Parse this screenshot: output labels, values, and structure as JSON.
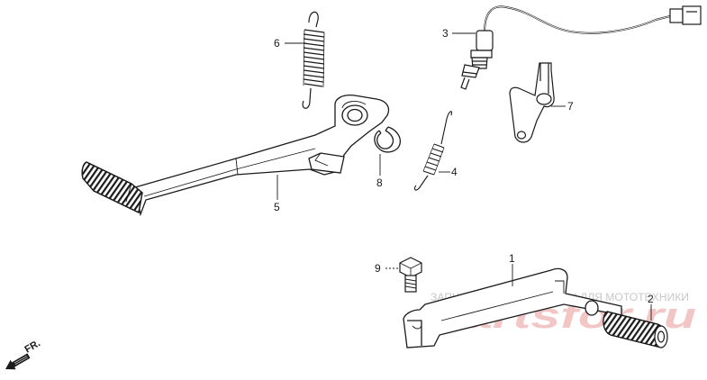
{
  "callouts": {
    "n1": "1",
    "n2": "2",
    "n3": "3",
    "n4": "4",
    "n5": "5",
    "n6": "6",
    "n7": "7",
    "n8": "8",
    "n9": "9"
  },
  "direction": "FR.",
  "watermark": {
    "caption": "ЗАПЧАСТИ И АКСЕССУАРЫ ДЛЯ МОТОТЕХНИКИ",
    "logo": "partsfor.ru",
    "caption_color": "#c8c8c8",
    "logo_color": "#f3c6c6"
  },
  "colors": {
    "line": "#1a1a1a",
    "background": "#ffffff"
  }
}
